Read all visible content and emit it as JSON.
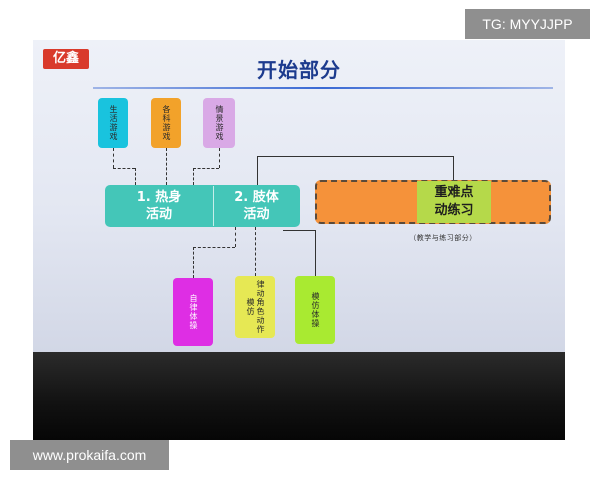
{
  "watermark_top_right": "TG: MYYJJPP",
  "watermark_bottom_left": "www.prokaifa.com",
  "slide": {
    "logo": "亿鑫",
    "title": "开始部分",
    "top_boxes": [
      {
        "text": "生活游戏",
        "color": "#19c3de"
      },
      {
        "text": "各科游戏",
        "color": "#f2a22a"
      },
      {
        "text": "情景游戏",
        "color": "#d9a9e6"
      }
    ],
    "main_left": "1. 热身\n活动",
    "main_right": "2. 肢体\n活动",
    "focus_box": "重难点\n动练习",
    "focus_caption": "（教学与练习部分）",
    "bottom_boxes": [
      {
        "text": "自律体操",
        "color": "#de2ee4"
      },
      {
        "text": "律动角色动作模仿",
        "color": "#e6e854"
      },
      {
        "text": "模仿体操",
        "color": "#a9ea31"
      }
    ]
  }
}
